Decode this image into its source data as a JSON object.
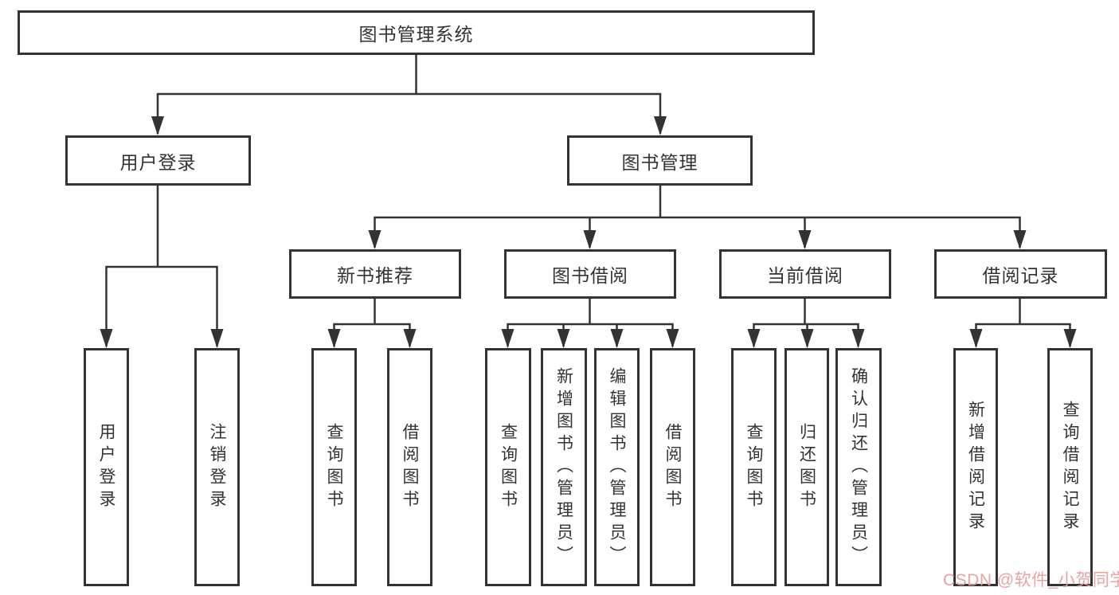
{
  "diagram_type": "hierarchy-tree",
  "tree": {
    "label": "图书管理系统",
    "children": [
      {
        "label": "用户登录",
        "children": [
          {
            "label": "用户登录"
          },
          {
            "label": "注销登录"
          }
        ]
      },
      {
        "label": "图书管理",
        "children": [
          {
            "label": "新书推荐",
            "children": [
              {
                "label": "查询图书"
              },
              {
                "label": "借阅图书"
              }
            ]
          },
          {
            "label": "图书借阅",
            "children": [
              {
                "label": "查询图书"
              },
              {
                "label": "新增图书（管理员）"
              },
              {
                "label": "编辑图书（管理员）"
              },
              {
                "label": "借阅图书"
              }
            ]
          },
          {
            "label": "当前借阅",
            "children": [
              {
                "label": "查询图书"
              },
              {
                "label": "归还图书"
              },
              {
                "label": "确认归还（管理员）"
              }
            ]
          },
          {
            "label": "借阅记录",
            "children": [
              {
                "label": "新增借阅记录"
              },
              {
                "label": "查询借阅记录"
              }
            ]
          }
        ]
      }
    ]
  },
  "watermark": {
    "text": "CSDN @软件_小贺同学",
    "color": "#e79e9e"
  },
  "colors": {
    "line": "#333333",
    "box_border": "#333333",
    "text": "#333333",
    "background": "#ffffff"
  }
}
